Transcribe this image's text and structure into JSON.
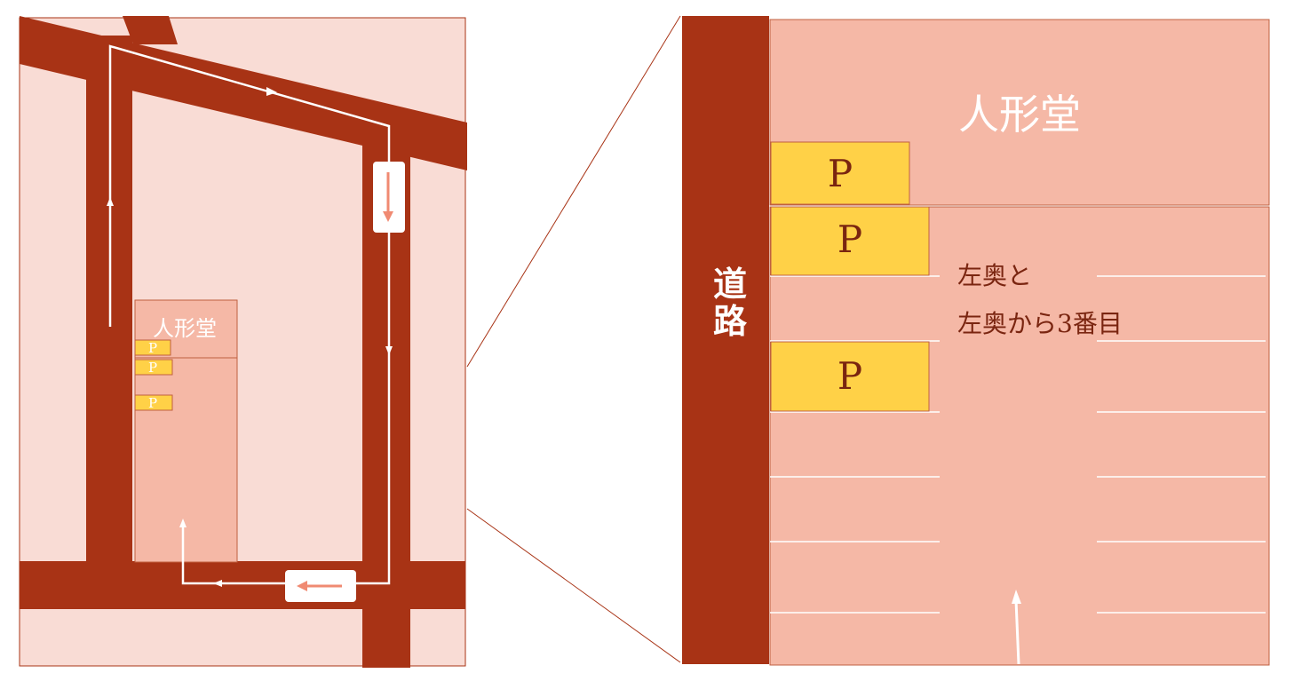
{
  "colors": {
    "road": "#a83315",
    "overview_bg": "#f9dcd5",
    "building": "#f5b8a6",
    "parking": "#ffd147",
    "route_line": "#ffffff",
    "arrow_accent": "#f08a72",
    "text_dark": "#7a2510"
  },
  "overview": {
    "shop_label": "人形堂",
    "parking_labels": [
      "P",
      "P",
      "P"
    ],
    "direction_icons": [
      "arrow-down-icon",
      "arrow-left-icon"
    ]
  },
  "detail": {
    "shop_label": "人形堂",
    "road_label": [
      "道",
      "路"
    ],
    "parking_labels": [
      "P",
      "P",
      "P"
    ],
    "note_line1": "左奥と",
    "note_line2": "左奥から3番目"
  }
}
